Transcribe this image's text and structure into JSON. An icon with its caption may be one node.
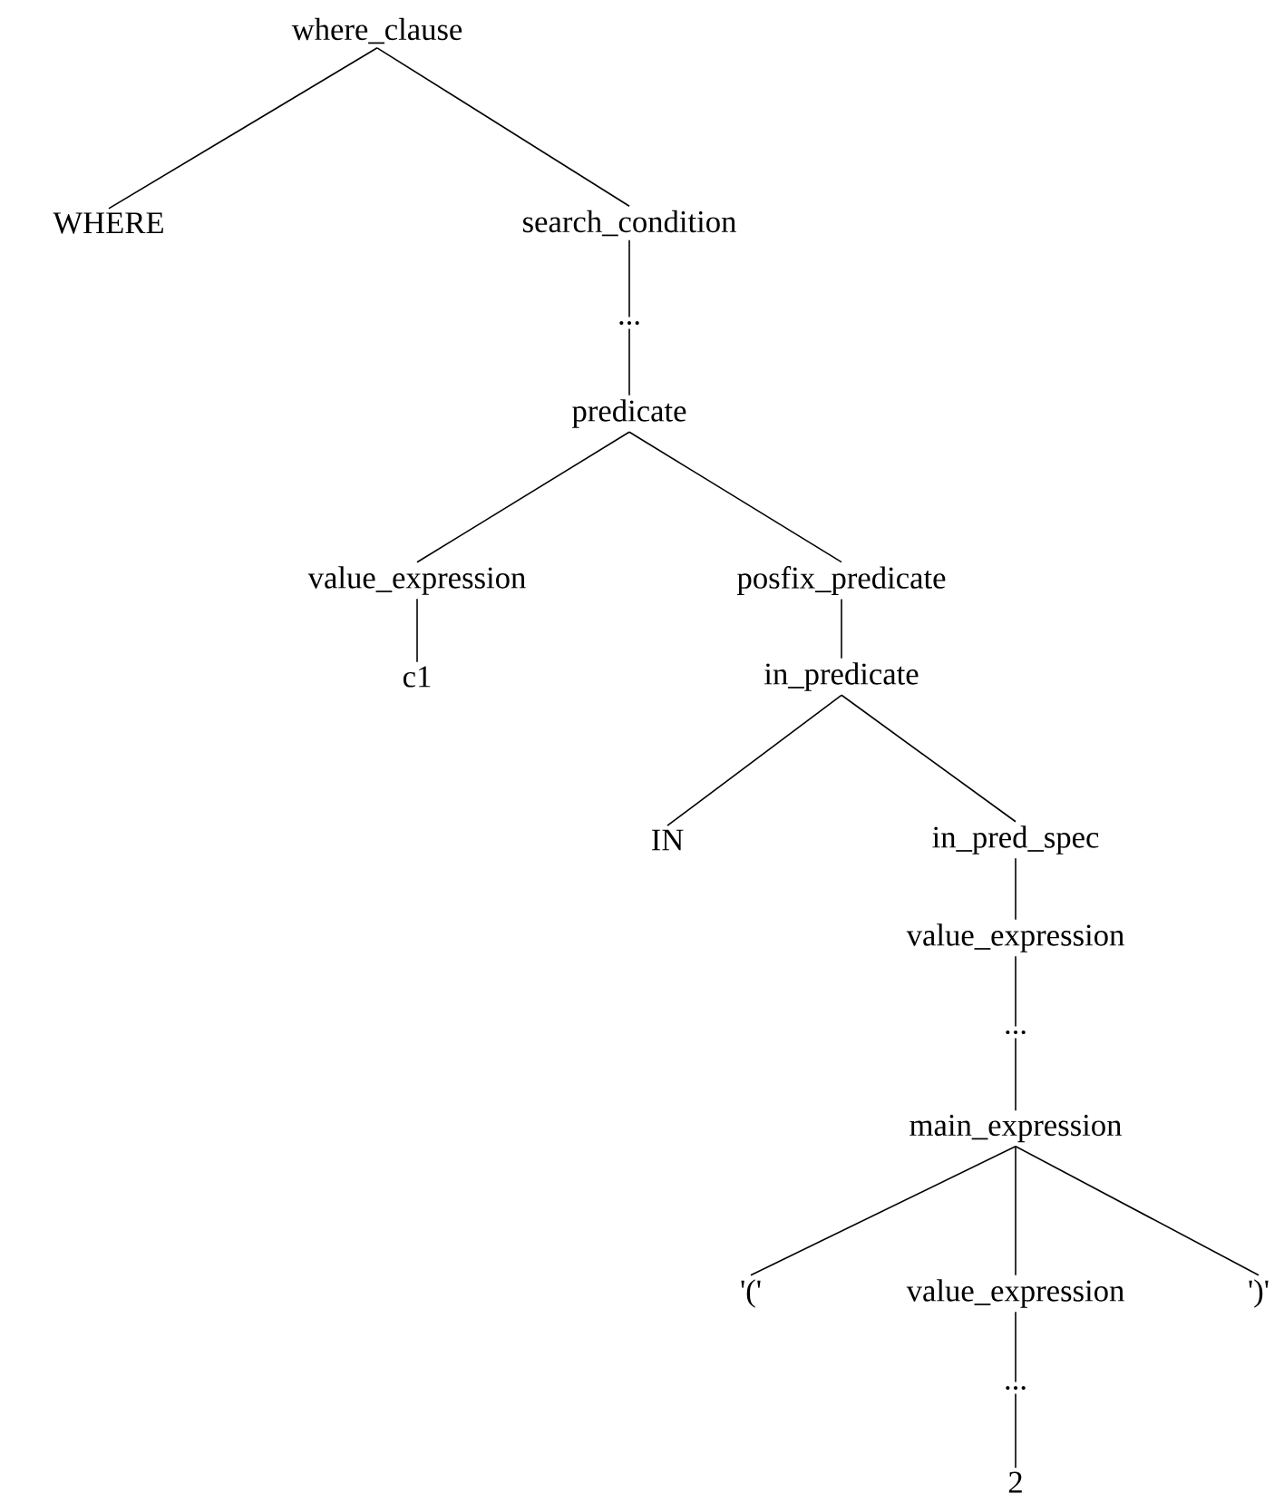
{
  "diagram": {
    "nodes": [
      {
        "text": [
          "where_clause"
        ]
      },
      {
        "text": [
          "WHERE"
        ]
      },
      {
        "text": [
          "search_condition"
        ]
      },
      {
        "text": [
          "..."
        ]
      },
      {
        "text": [
          "predicate"
        ]
      },
      {
        "text": [
          "value_expression"
        ]
      },
      {
        "text": [
          "posfix_predicate"
        ]
      },
      {
        "text": [
          "c1"
        ]
      },
      {
        "text": [
          "in_predicate"
        ]
      },
      {
        "text": [
          "IN"
        ]
      },
      {
        "text": [
          "in_pred_spec"
        ]
      },
      {
        "text": [
          "value_expression"
        ]
      },
      {
        "text": [
          "..."
        ]
      },
      {
        "text": [
          "main_expression"
        ]
      },
      {
        "text": [
          "'('"
        ]
      },
      {
        "text": [
          "value_expression"
        ]
      },
      {
        "text": [
          "')'"
        ]
      },
      {
        "text": [
          "..."
        ]
      },
      {
        "text": [
          "2"
        ]
      }
    ],
    "edges": [
      {
        "from": 0,
        "to": 1,
        "arrow": "none"
      },
      {
        "from": 0,
        "to": 2,
        "arrow": "none"
      },
      {
        "from": 2,
        "to": 3,
        "arrow": "none"
      },
      {
        "from": 3,
        "to": 4,
        "arrow": "none"
      },
      {
        "from": 4,
        "to": 5,
        "arrow": "none"
      },
      {
        "from": 4,
        "to": 6,
        "arrow": "none"
      },
      {
        "from": 5,
        "to": 7,
        "arrow": "none"
      },
      {
        "from": 6,
        "to": 8,
        "arrow": "none"
      },
      {
        "from": 8,
        "to": 9,
        "arrow": "none"
      },
      {
        "from": 8,
        "to": 10,
        "arrow": "none"
      },
      {
        "from": 10,
        "to": 11,
        "arrow": "none"
      },
      {
        "from": 11,
        "to": 12,
        "arrow": "none"
      },
      {
        "from": 12,
        "to": 13,
        "arrow": "none"
      },
      {
        "from": 13,
        "to": 14,
        "arrow": "none"
      },
      {
        "from": 13,
        "to": 15,
        "arrow": "none"
      },
      {
        "from": 13,
        "to": 16,
        "arrow": "none"
      },
      {
        "from": 15,
        "to": 17,
        "arrow": "none"
      },
      {
        "from": 17,
        "to": 18,
        "arrow": "none"
      }
    ]
  }
}
